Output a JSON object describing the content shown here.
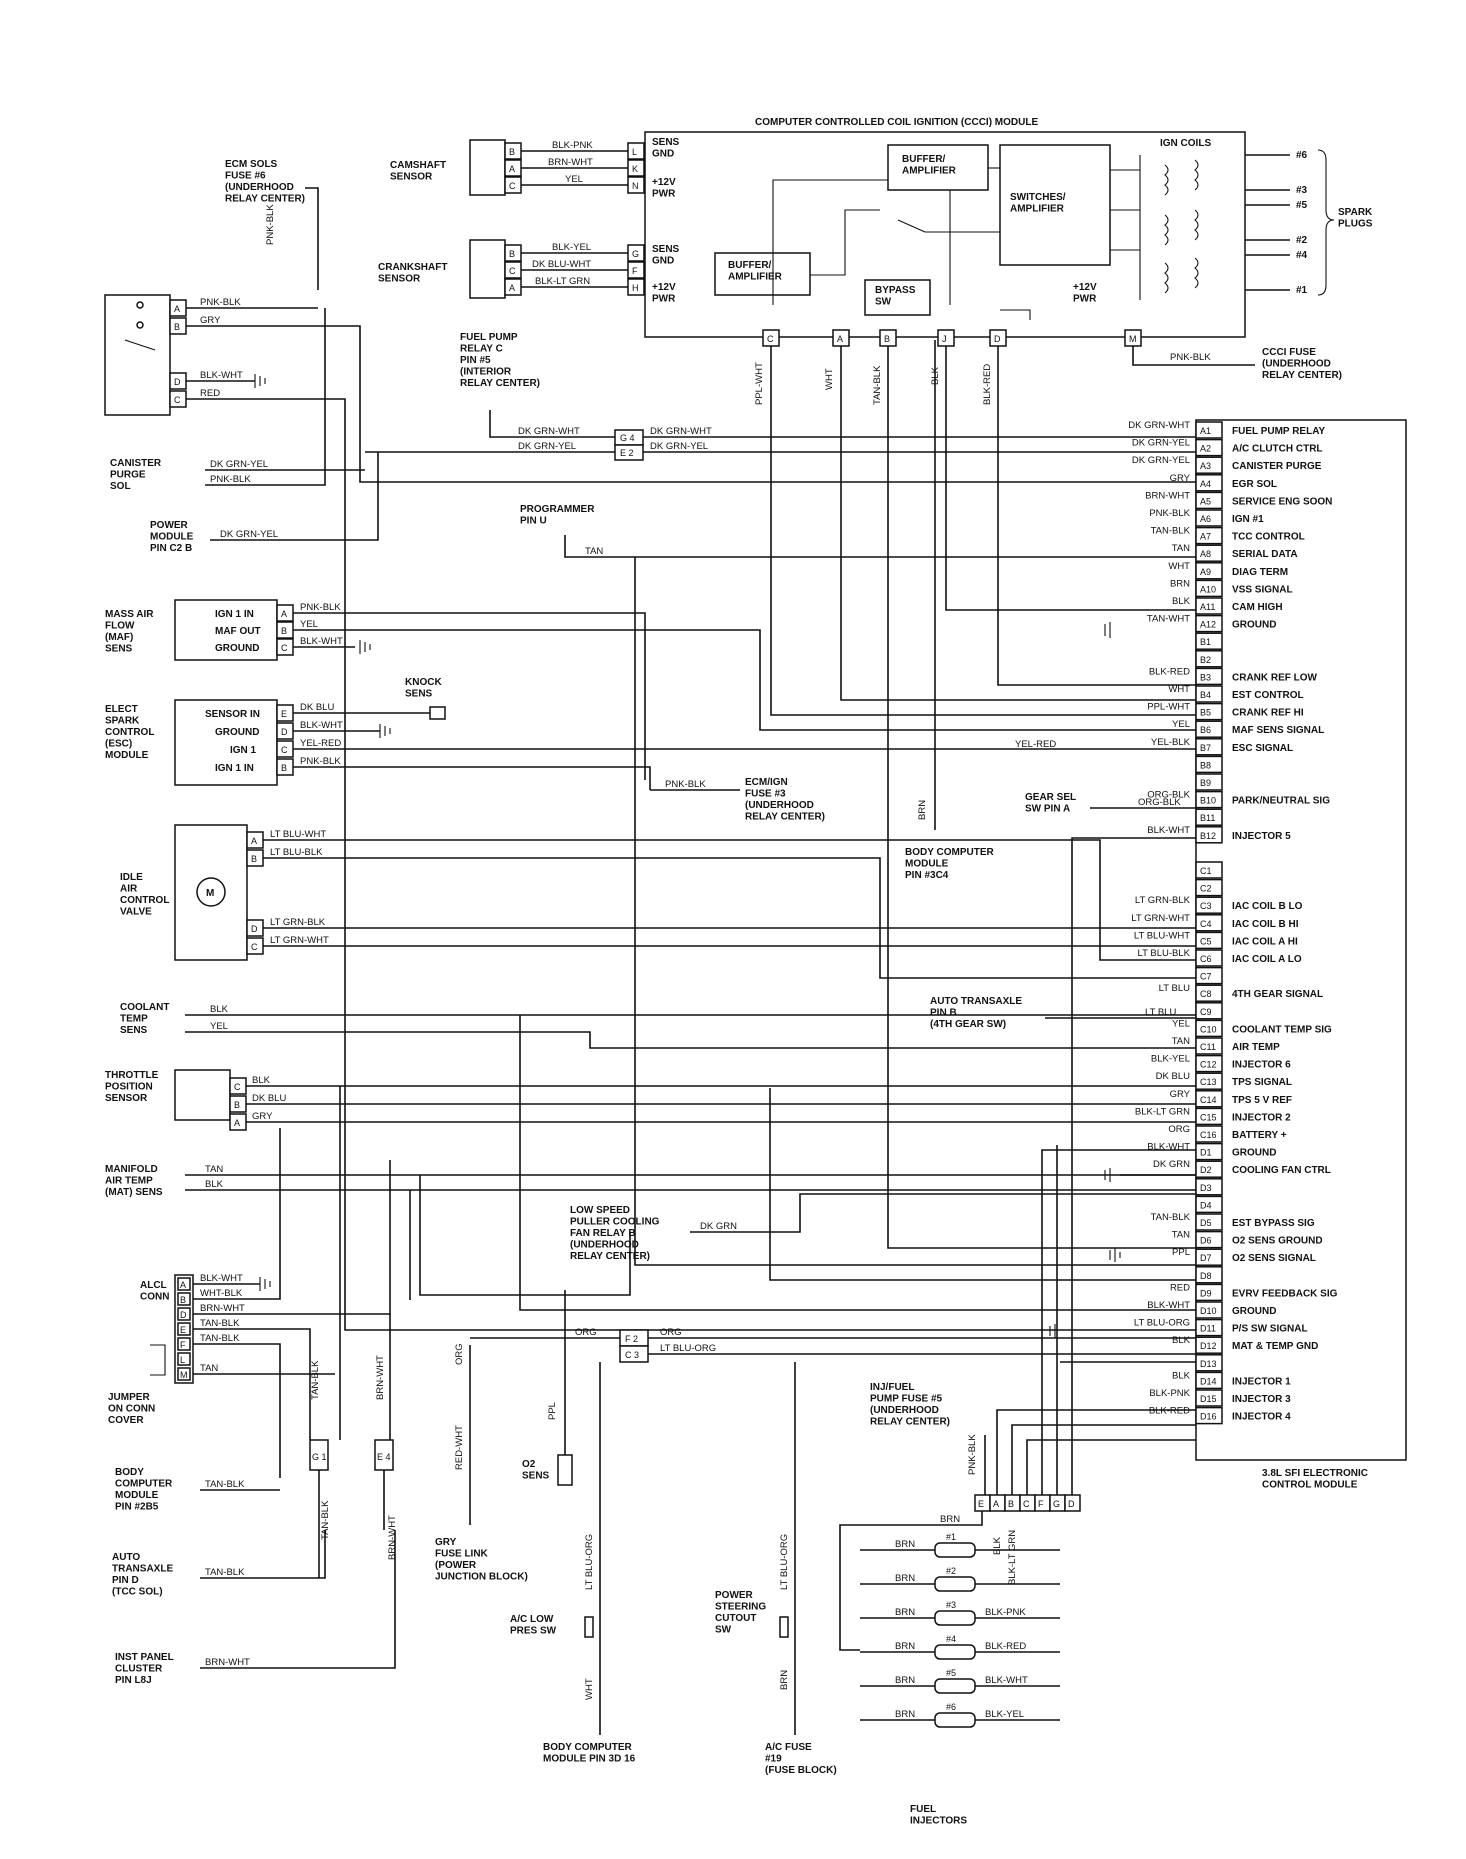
{
  "ccc_module": {
    "title": "COMPUTER CONTROLLED COIL IGNITION (CCCI) MODULE",
    "sens_gnd_1": "SENS\nGND",
    "pwr_1": "+12V\nPWR",
    "sens_gnd_2": "SENS\nGND",
    "pwr_2": "+12V\nPWR",
    "buffer_1": "BUFFER/\nAMPLIFIER",
    "buffer_2": "BUFFER/\nAMPLIFIER",
    "switches": "SWITCHES/\nAMPLIFIER",
    "bypass": "BYPASS\nSW",
    "pwr_3": "+12V\nPWR",
    "ign_coils": "IGN COILS",
    "spark_plugs": "SPARK\nPLUGS",
    "plug_nums": [
      "#6",
      "#3",
      "#5",
      "#2",
      "#4",
      "#1"
    ],
    "bottom_pins": [
      "C",
      "A",
      "B",
      "J",
      "D"
    ],
    "m_pin": "M",
    "ccci_fuse": "CCCI FUSE\n(UNDERHOOD\nRELAY CENTER)",
    "ccci_fuse_wire": "PNK-BLK"
  },
  "camshaft": {
    "label": "CAMSHAFT\nSENSOR",
    "pins": [
      "B",
      "A",
      "C"
    ],
    "module_pins": [
      "L",
      "K",
      "N"
    ],
    "wires": [
      "BLK-PNK",
      "BRN-WHT",
      "YEL"
    ]
  },
  "crankshaft": {
    "label": "CRANKSHAFT\nSENSOR",
    "pins": [
      "B",
      "C",
      "A"
    ],
    "module_pins": [
      "G",
      "F",
      "H"
    ],
    "wires": [
      "BLK-YEL",
      "DK BLU-WHT",
      "BLK-LT GRN"
    ]
  },
  "bottom_wires": [
    "PPL-WHT",
    "WHT",
    "TAN-BLK",
    "BLK",
    "BLK-RED"
  ],
  "ecm_sols": {
    "label": "ECM SOLS\nFUSE #6\n(UNDERHOOD\nRELAY CENTER)",
    "wire": "PNK-BLK"
  },
  "relay": {
    "pins": [
      "A",
      "B",
      "D",
      "C"
    ],
    "wires": [
      "PNK-BLK",
      "GRY",
      "BLK-WHT",
      "RED"
    ]
  },
  "fuel_pump_relay": {
    "label": "FUEL PUMP\nRELAY C\nPIN #5\n(INTERIOR\nRELAY CENTER)",
    "conn": [
      "G 4",
      "E 2"
    ],
    "wires_left": [
      "DK GRN-WHT",
      "DK GRN-YEL"
    ],
    "wires_right": [
      "DK GRN-WHT",
      "DK GRN-YEL"
    ]
  },
  "canister": {
    "label": "CANISTER\nPURGE\nSOL",
    "wires": [
      "DK GRN-YEL",
      "PNK-BLK"
    ]
  },
  "power_module": {
    "label": "POWER\nMODULE\nPIN C2 B",
    "wire": "DK GRN-YEL"
  },
  "programmer": {
    "label": "PROGRAMMER\nPIN U",
    "wire": "TAN"
  },
  "maf": {
    "label": "MASS AIR\nFLOW\n(MAF)\nSENS",
    "pin_labels": [
      "IGN 1 IN",
      "MAF OUT",
      "GROUND"
    ],
    "pins": [
      "A",
      "B",
      "C"
    ],
    "wires": [
      "PNK-BLK",
      "YEL",
      "BLK-WHT"
    ]
  },
  "esc": {
    "label": "ELECT\nSPARK\nCONTROL\n(ESC)\nMODULE",
    "pin_labels": [
      "SENSOR IN",
      "GROUND",
      "IGN 1",
      "IGN 1 IN"
    ],
    "pins": [
      "E",
      "D",
      "C",
      "B"
    ],
    "wires": [
      "DK BLU",
      "BLK-WHT",
      "YEL-RED",
      "PNK-BLK"
    ]
  },
  "knock": {
    "label": "KNOCK\nSENS"
  },
  "ecm_ign_fuse": {
    "label": "ECM/IGN\nFUSE #3\n(UNDERHOOD\nRELAY CENTER)",
    "wire": "PNK-BLK"
  },
  "iac": {
    "label": "IDLE\nAIR\nCONTROL\nVALVE",
    "pins": [
      "A",
      "B",
      "D",
      "C"
    ],
    "wires": [
      "LT BLU-WHT",
      "LT BLU-BLK",
      "LT GRN-BLK",
      "LT GRN-WHT"
    ],
    "motor": "M"
  },
  "body_computer_1": {
    "label": "BODY COMPUTER\nMODULE\nPIN #3C4",
    "wire": "BRN"
  },
  "gear_sel": {
    "label": "GEAR SEL\nSW PIN A",
    "wire": "ORG-BLK"
  },
  "yel_red_wire": "YEL-RED",
  "coolant": {
    "label": "COOLANT\nTEMP\nSENS",
    "wires": [
      "BLK",
      "YEL"
    ]
  },
  "tps": {
    "label": "THROTTLE\nPOSITION\nSENSOR",
    "pins": [
      "C",
      "B",
      "A"
    ],
    "wires": [
      "BLK",
      "DK BLU",
      "GRY"
    ]
  },
  "mat": {
    "label": "MANIFOLD\nAIR TEMP\n(MAT) SENS",
    "wires": [
      "TAN",
      "BLK"
    ]
  },
  "auto_4th": {
    "label": "AUTO TRANSAXLE\nPIN B\n(4TH GEAR SW)",
    "wire": "LT BLU"
  },
  "low_speed_fan": {
    "label": "LOW SPEED\nPULLER COOLING\nFAN RELAY B\n(UNDERHOOD\nRELAY CENTER)",
    "wire": "DK GRN"
  },
  "alcl": {
    "label": "ALCL\nCONN",
    "pins": [
      "A",
      "B",
      "D",
      "E",
      "F",
      "L",
      "M"
    ],
    "wires": [
      "BLK-WHT",
      "WHT-BLK",
      "BRN-WHT",
      "TAN-BLK",
      "TAN-BLK",
      "TAN"
    ]
  },
  "jumper": {
    "label": "JUMPER\nON CONN\nCOVER"
  },
  "body_computer_2": {
    "label": "BODY\nCOMPUTER\nMODULE\nPIN #2B5",
    "wire": "TAN-BLK"
  },
  "auto_tcc": {
    "label": "AUTO\nTRANSAXLE\nPIN D\n(TCC SOL)",
    "wire": "TAN-BLK"
  },
  "inst_panel": {
    "label": "INST PANEL\nCLUSTER\nPIN L8J",
    "wire": "BRN-WHT"
  },
  "g1_conn": {
    "label": "G 1",
    "wire_top": "TAN-BLK",
    "wire_bottom": "TAN-BLK"
  },
  "e4_conn": {
    "label": "E 4",
    "wire_top": "BRN-WHT",
    "wire_bottom": "BRN-WHT"
  },
  "org_wire": "ORG",
  "gry_fuse": {
    "label": "GRY\nFUSE LINK\n(POWER\nJUNCTION BLOCK)",
    "wire": "RED-WHT"
  },
  "f2c3": {
    "conn": [
      "F 2",
      "C 3"
    ],
    "wires_left": [
      "ORG"
    ],
    "wires_right": [
      "ORG",
      "LT BLU-ORG"
    ]
  },
  "o2": {
    "label": "O2\nSENS",
    "wire": "PPL"
  },
  "ac_low": {
    "label": "A/C LOW\nPRES SW",
    "wire_top": "LT BLU-ORG",
    "wire_bottom": "WHT"
  },
  "body_computer_3": {
    "label": "BODY COMPUTER\nMODULE PIN 3D 16"
  },
  "power_steering": {
    "label": "POWER\nSTEERING\nCUTOUT\nSW",
    "wire_top": "LT BLU-ORG",
    "wire_bottom": "BRN"
  },
  "ac_fuse": {
    "label": "A/C FUSE\n#19\n(FUSE BLOCK)"
  },
  "inj_fuse": {
    "label": "INJ/FUEL\nPUMP FUSE #5\n(UNDERHOOD\nRELAY CENTER)",
    "wire": "PNK-BLK"
  },
  "inj_conn": {
    "pins": [
      "E",
      "A",
      "B",
      "C",
      "F",
      "G",
      "D"
    ],
    "wires": [
      "BRN",
      "BLK",
      "BLK-LT GRN"
    ]
  },
  "injectors": {
    "title": "FUEL\nINJECTORS",
    "nums": [
      "#1",
      "#2",
      "#3",
      "#4",
      "#5",
      "#6"
    ],
    "feed": [
      "BRN",
      "BRN",
      "BRN",
      "BRN",
      "BRN",
      "BRN"
    ],
    "return": [
      "",
      "",
      "BLK-PNK",
      "BLK-RED",
      "BLK-WHT",
      "BLK-YEL"
    ]
  },
  "ecm": {
    "title": "3.8L SFI ELECTRONIC\nCONTROL MODULE",
    "rows": [
      {
        "pin": "A1",
        "wire": "DK GRN-WHT",
        "func": "FUEL PUMP RELAY"
      },
      {
        "pin": "A2",
        "wire": "DK GRN-YEL",
        "func": "A/C CLUTCH CTRL"
      },
      {
        "pin": "A3",
        "wire": "DK GRN-YEL",
        "func": "CANISTER PURGE"
      },
      {
        "pin": "A4",
        "wire": "GRY",
        "func": "EGR SOL"
      },
      {
        "pin": "A5",
        "wire": "BRN-WHT",
        "func": "SERVICE ENG SOON"
      },
      {
        "pin": "A6",
        "wire": "PNK-BLK",
        "func": "IGN #1"
      },
      {
        "pin": "A7",
        "wire": "TAN-BLK",
        "func": "TCC CONTROL"
      },
      {
        "pin": "A8",
        "wire": "TAN",
        "func": "SERIAL DATA"
      },
      {
        "pin": "A9",
        "wire": "WHT",
        "func": "DIAG TERM"
      },
      {
        "pin": "A10",
        "wire": "BRN",
        "func": "VSS SIGNAL"
      },
      {
        "pin": "A11",
        "wire": "BLK",
        "func": "CAM HIGH"
      },
      {
        "pin": "A12",
        "wire": "TAN-WHT",
        "func": "GROUND"
      },
      {
        "pin": "B1",
        "wire": "",
        "func": ""
      },
      {
        "pin": "B2",
        "wire": "",
        "func": ""
      },
      {
        "pin": "B3",
        "wire": "BLK-RED",
        "func": "CRANK REF LOW"
      },
      {
        "pin": "B4",
        "wire": "WHT",
        "func": "EST CONTROL"
      },
      {
        "pin": "B5",
        "wire": "PPL-WHT",
        "func": "CRANK REF HI"
      },
      {
        "pin": "B6",
        "wire": "YEL",
        "func": "MAF SENS SIGNAL"
      },
      {
        "pin": "B7",
        "wire": "YEL-BLK",
        "func": "ESC SIGNAL"
      },
      {
        "pin": "B8",
        "wire": "",
        "func": ""
      },
      {
        "pin": "B9",
        "wire": "",
        "func": ""
      },
      {
        "pin": "B10",
        "wire": "ORG-BLK",
        "func": "PARK/NEUTRAL SIG"
      },
      {
        "pin": "B11",
        "wire": "",
        "func": ""
      },
      {
        "pin": "B12",
        "wire": "BLK-WHT",
        "func": "INJECTOR 5"
      },
      {
        "pin": "",
        "wire": "",
        "func": ""
      },
      {
        "pin": "C1",
        "wire": "",
        "func": ""
      },
      {
        "pin": "C2",
        "wire": "",
        "func": ""
      },
      {
        "pin": "C3",
        "wire": "LT GRN-BLK",
        "func": "IAC COIL B LO"
      },
      {
        "pin": "C4",
        "wire": "LT GRN-WHT",
        "func": "IAC COIL B HI"
      },
      {
        "pin": "C5",
        "wire": "LT BLU-WHT",
        "func": "IAC COIL A HI"
      },
      {
        "pin": "C6",
        "wire": "LT BLU-BLK",
        "func": "IAC COIL A LO"
      },
      {
        "pin": "C7",
        "wire": "",
        "func": ""
      },
      {
        "pin": "C8",
        "wire": "LT BLU",
        "func": "4TH GEAR SIGNAL"
      },
      {
        "pin": "C9",
        "wire": "",
        "func": ""
      },
      {
        "pin": "C10",
        "wire": "YEL",
        "func": "COOLANT TEMP SIG"
      },
      {
        "pin": "C11",
        "wire": "TAN",
        "func": "AIR TEMP"
      },
      {
        "pin": "C12",
        "wire": "BLK-YEL",
        "func": "INJECTOR 6"
      },
      {
        "pin": "C13",
        "wire": "DK BLU",
        "func": "TPS SIGNAL"
      },
      {
        "pin": "C14",
        "wire": "GRY",
        "func": "TPS 5 V REF"
      },
      {
        "pin": "C15",
        "wire": "BLK-LT GRN",
        "func": "INJECTOR 2"
      },
      {
        "pin": "C16",
        "wire": "ORG",
        "func": "BATTERY +"
      },
      {
        "pin": "D1",
        "wire": "BLK-WHT",
        "func": "GROUND"
      },
      {
        "pin": "D2",
        "wire": "DK GRN",
        "func": "COOLING FAN CTRL"
      },
      {
        "pin": "D3",
        "wire": "",
        "func": ""
      },
      {
        "pin": "D4",
        "wire": "",
        "func": ""
      },
      {
        "pin": "D5",
        "wire": "TAN-BLK",
        "func": "EST BYPASS SIG"
      },
      {
        "pin": "D6",
        "wire": "TAN",
        "func": "O2 SENS GROUND"
      },
      {
        "pin": "D7",
        "wire": "PPL",
        "func": "O2 SENS SIGNAL"
      },
      {
        "pin": "D8",
        "wire": "",
        "func": ""
      },
      {
        "pin": "D9",
        "wire": "RED",
        "func": "EVRV FEEDBACK SIG"
      },
      {
        "pin": "D10",
        "wire": "BLK-WHT",
        "func": "GROUND"
      },
      {
        "pin": "D11",
        "wire": "LT BLU-ORG",
        "func": "P/S SW SIGNAL"
      },
      {
        "pin": "D12",
        "wire": "BLK",
        "func": "MAT & TEMP GND"
      },
      {
        "pin": "D13",
        "wire": "",
        "func": ""
      },
      {
        "pin": "D14",
        "wire": "BLK",
        "func": "INJECTOR 1"
      },
      {
        "pin": "D15",
        "wire": "BLK-PNK",
        "func": "INJECTOR 3"
      },
      {
        "pin": "D16",
        "wire": "BLK-RED",
        "func": "INJECTOR 4"
      }
    ]
  }
}
